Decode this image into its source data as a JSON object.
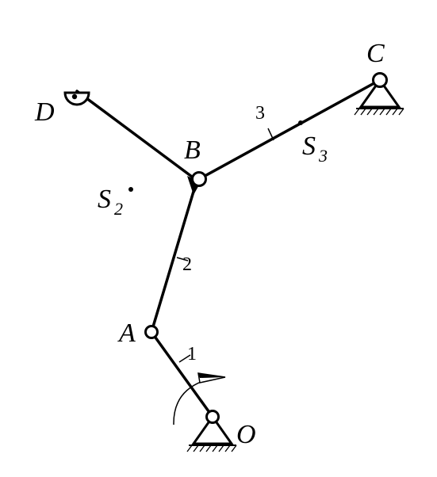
{
  "points": {
    "O": "O",
    "A": "A",
    "B": "B",
    "C": "C",
    "D": "D",
    "S2": {
      "main": "S",
      "sub": "2"
    },
    "S3": {
      "main": "S",
      "sub": "3"
    }
  },
  "links": {
    "link1": "1",
    "link2": "2",
    "link3": "3"
  },
  "colors": {
    "ink": "#000000",
    "background": "#ffffff"
  }
}
